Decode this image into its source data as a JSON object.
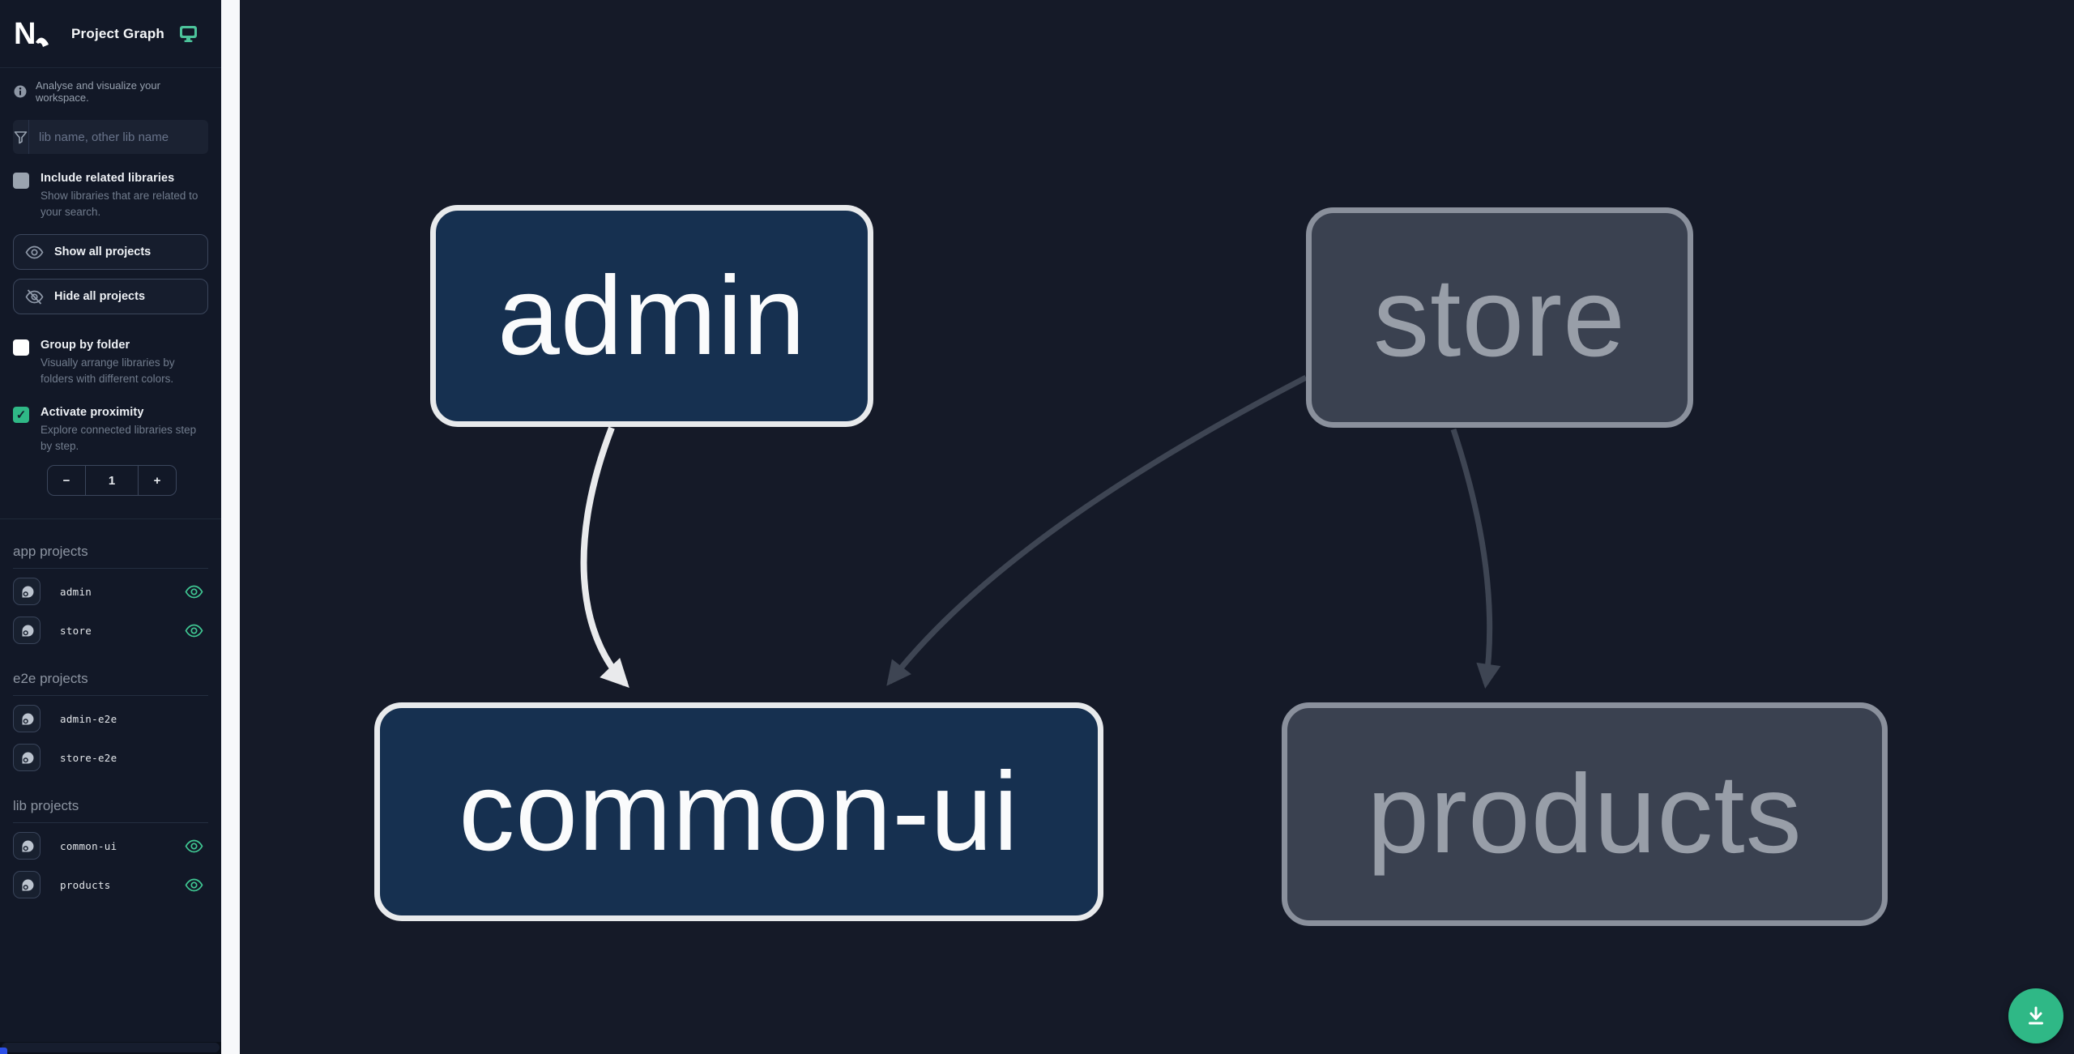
{
  "app": {
    "title": "Project Graph",
    "tagline": "Analyse and visualize your workspace."
  },
  "search": {
    "placeholder": "lib name, other lib name"
  },
  "options": {
    "include_related": {
      "label": "Include related libraries",
      "description": "Show libraries that are related to your search.",
      "checked": false
    },
    "group_by_folder": {
      "label": "Group by folder",
      "description": "Visually arrange libraries by folders with different colors.",
      "checked": false
    },
    "activate_proximity": {
      "label": "Activate proximity",
      "description": "Explore connected libraries step by step.",
      "checked": true
    }
  },
  "actions": {
    "show_all": "Show all projects",
    "hide_all": "Hide all projects"
  },
  "proximity_stepper": {
    "decrement": "−",
    "value": "1",
    "increment": "+"
  },
  "project_sections": [
    {
      "title": "app projects",
      "items": [
        {
          "name": "admin",
          "visible": true
        },
        {
          "name": "store",
          "visible": true
        }
      ]
    },
    {
      "title": "e2e projects",
      "items": [
        {
          "name": "admin-e2e",
          "visible": false
        },
        {
          "name": "store-e2e",
          "visible": false
        }
      ]
    },
    {
      "title": "lib projects",
      "items": [
        {
          "name": "common-ui",
          "visible": true
        },
        {
          "name": "products",
          "visible": true
        }
      ]
    }
  ],
  "graph": {
    "nodes": [
      {
        "id": "admin",
        "label": "admin",
        "state": "focused"
      },
      {
        "id": "store",
        "label": "store",
        "state": "muted"
      },
      {
        "id": "common-ui",
        "label": "common-ui",
        "state": "focused"
      },
      {
        "id": "products",
        "label": "products",
        "state": "muted"
      }
    ],
    "edges": [
      {
        "from": "admin",
        "to": "common-ui",
        "state": "focused"
      },
      {
        "from": "store",
        "to": "common-ui",
        "state": "muted"
      },
      {
        "from": "store",
        "to": "products",
        "state": "muted"
      }
    ]
  },
  "colors": {
    "accent_green": "#2fb886",
    "sidebar_bg": "#121827",
    "canvas_bg": "#151a28",
    "node_focused_fill": "#163050",
    "node_focused_border": "#e8eaec",
    "node_muted_fill": "#3a4150",
    "node_muted_border": "#8a909c",
    "edge_focused": "#e9eaec",
    "edge_muted": "#3e4553"
  }
}
